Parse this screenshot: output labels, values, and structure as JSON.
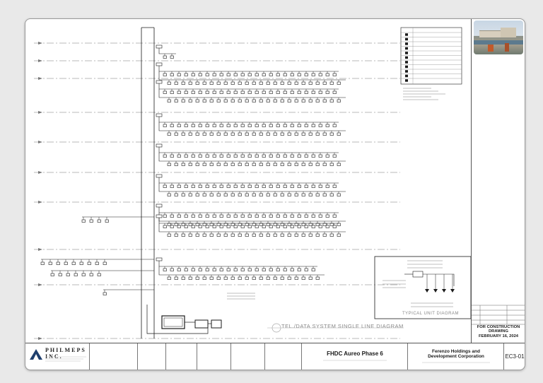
{
  "diagram": {
    "title": "TEL./DATA SYSTEM SINGLE LINE DIAGRAM",
    "unit_title": "TYPICAL UNIT DIAGRAM"
  },
  "title_block": {
    "company": "PHILMEPS INC.",
    "project_name": "FHDC Aureo Phase 6",
    "owner_name_line1": "Ferenzo Holdings and",
    "owner_name_line2": "Development Corporation",
    "sheet_number": "EC3-01"
  },
  "status": {
    "line1": "FOR CONSTRUCTION",
    "line2": "DRAWING",
    "date": "FEBRUARY 16, 2024"
  },
  "colors": {
    "line": "#1a1a1a",
    "dash": "#777777",
    "faint": "#aaaaaa"
  }
}
